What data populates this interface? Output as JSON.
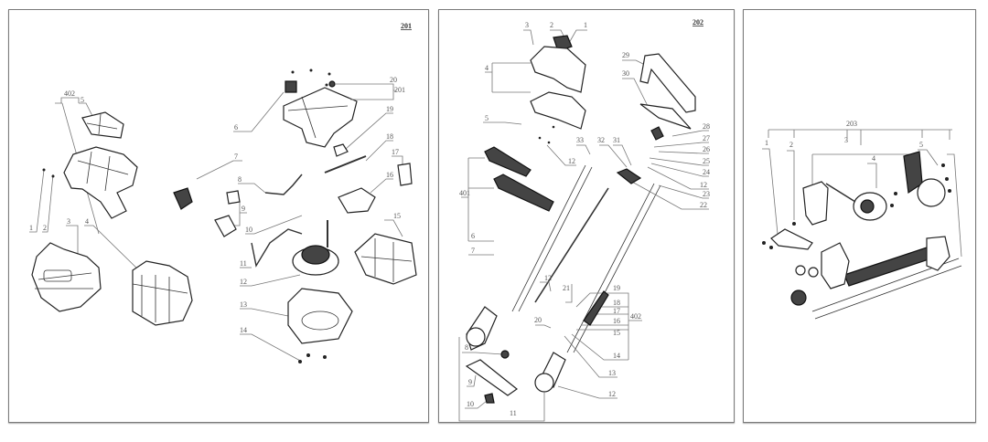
{
  "panels": [
    {
      "id": "201",
      "title": "201",
      "labels": {
        "l1": "1",
        "l2": "2",
        "l3": "3",
        "l4": "4",
        "l5": "5",
        "l6": "6",
        "l7": "7",
        "l8": "8",
        "l9": "9",
        "l10": "10",
        "l11": "11",
        "l12": "12",
        "l13": "13",
        "l14": "14",
        "l15": "15",
        "l16": "16",
        "l17": "17",
        "l18": "18",
        "l19": "19",
        "l20": "20",
        "l201": "201",
        "l402": "402"
      }
    },
    {
      "id": "202",
      "title": "202",
      "labels": {
        "l1": "1",
        "l2": "2",
        "l3": "3",
        "l4": "4",
        "l5": "5",
        "l6": "6",
        "l7": "7",
        "l8": "8",
        "l9": "9",
        "l10": "10",
        "l11": "11",
        "l12a": "12",
        "l12b": "12",
        "l12c": "12",
        "l12d": "12",
        "l13": "13",
        "l14": "14",
        "l15": "15",
        "l16": "16",
        "l17": "17",
        "l18": "18",
        "l19": "19",
        "l20": "20",
        "l21": "21",
        "l22": "22",
        "l23": "23",
        "l24": "24",
        "l25": "25",
        "l26": "26",
        "l27": "27",
        "l28": "28",
        "l29": "29",
        "l30": "30",
        "l31": "31",
        "l32": "32",
        "l33": "33",
        "l401": "401",
        "l402": "402"
      }
    },
    {
      "id": "203",
      "title": "203",
      "labels": {
        "l1": "1",
        "l2": "2",
        "l3": "3",
        "l4": "4",
        "l5": "5",
        "l6": ""
      }
    }
  ]
}
